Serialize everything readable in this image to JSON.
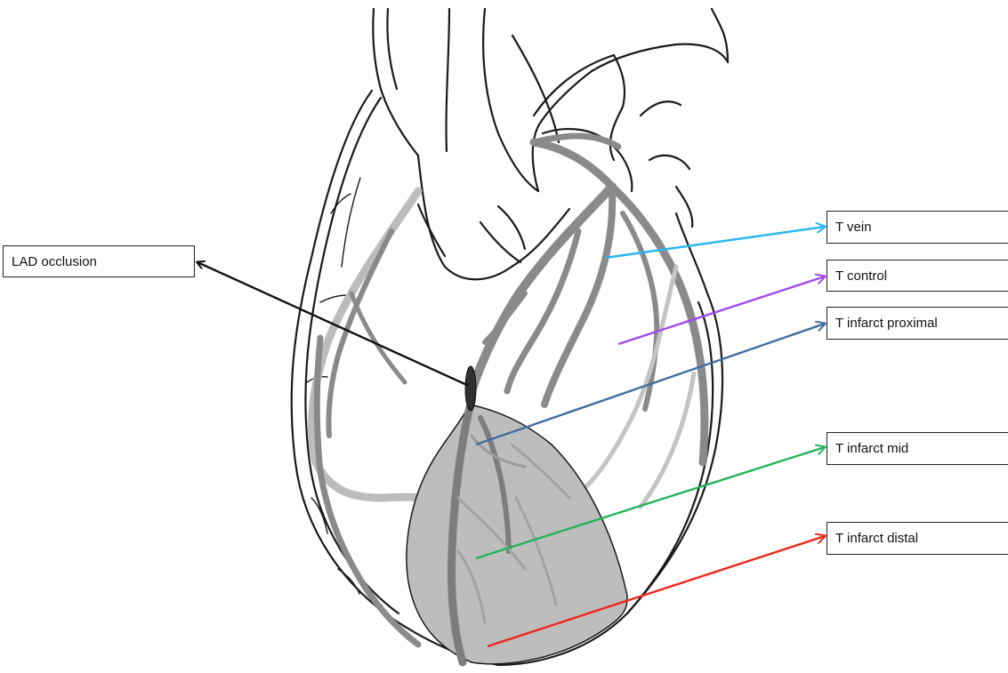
{
  "labels": {
    "lad_occlusion": "LAD occlusion",
    "t_vein": "T vein",
    "t_control": "T control",
    "t_infarct_proximal": "T infarct proximal",
    "t_infarct_mid": "T infarct mid",
    "t_infarct_distal": "T infarct distal"
  },
  "colors": {
    "lad_arrow": "#111111",
    "t_vein_arrow": "#29b7ee",
    "t_control_arrow": "#a349f0",
    "t_infarct_proximal_arrow": "#3f6ea0",
    "t_infarct_mid_arrow": "#22b35a",
    "t_infarct_distal_arrow": "#f0261a",
    "infarct_zone_fill": "#bdbdbd",
    "vessel": "#8a8a8a",
    "vessel_light": "#bcbcbc",
    "outline": "#1a1a1a"
  }
}
